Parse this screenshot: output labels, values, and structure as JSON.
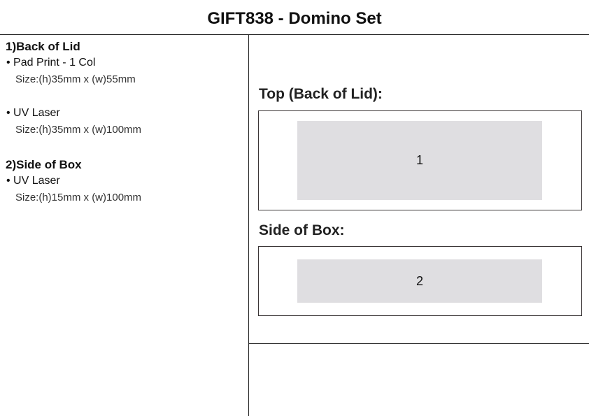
{
  "title": "GIFT838 - Domino Set",
  "left": {
    "sections": [
      {
        "heading": "1)Back of Lid",
        "items": [
          {
            "method": "• Pad Print - 1 Col",
            "size": "Size:(h)35mm x (w)55mm"
          },
          {
            "method": "• UV Laser",
            "size": "Size:(h)35mm x (w)100mm"
          }
        ]
      },
      {
        "heading": "2)Side of Box",
        "items": [
          {
            "method": "• UV Laser",
            "size": "Size:(h)15mm x (w)100mm"
          }
        ]
      }
    ]
  },
  "right": {
    "top": {
      "heading": "Top (Back of Lid):",
      "area_label": "1"
    },
    "side": {
      "heading": "Side of Box:",
      "area_label": "2"
    }
  },
  "colors": {
    "print_area": "#dfdee1",
    "border": "#3a3536"
  }
}
